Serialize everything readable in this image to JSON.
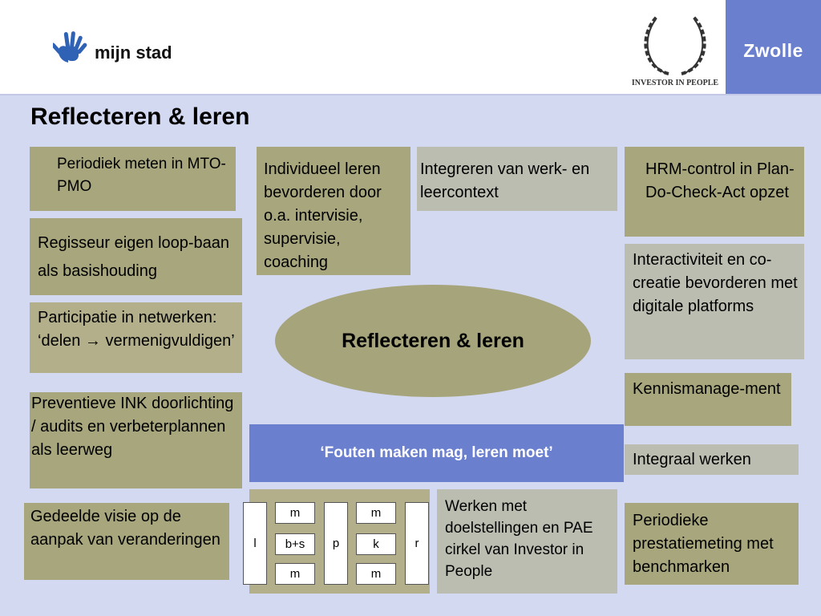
{
  "header": {
    "logo_text": "mijn stad",
    "iip_text": "INVESTOR IN PEOPLE",
    "city": "Zwolle"
  },
  "slide": {
    "title": "Reflecteren & leren",
    "center": "Reflecteren & leren",
    "banner": "‘Fouten maken mag, leren moet’"
  },
  "boxes": {
    "periodiek_meten": "Periodiek meten in MTO-PMO",
    "regisseur": "Regisseur eigen loop-baan als basishouding",
    "participatie": "Participatie in netwerken: ‘delen → vermenigvuldigen’",
    "preventieve": "Preventieve INK doorlichting / audits en verbeterplannen als leerweg",
    "gedeelde_visie": "Gedeelde visie op de aanpak van veranderingen",
    "individueel": "Individueel leren bevorderen door o.a. intervisie, supervisie, coaching",
    "integreren": "Integreren van werk- en leercontext",
    "hrm": "HRM-control in Plan-Do-Check-Act opzet",
    "interactiviteit": "Interactiviteit en co-creatie bevorderen met digitale platforms",
    "kennis": "Kennismanage-ment",
    "integraal": "Integraal werken",
    "werken_met": "Werken met doelstellingen en PAE cirkel van Investor in People",
    "periodieke": "Periodieke prestatiemeting met benchmarken"
  },
  "diagram": {
    "col1": "l",
    "col2": "p",
    "col3": "r",
    "cells_a": [
      "m",
      "b+s",
      "m"
    ],
    "cells_b": [
      "m",
      "k",
      "m"
    ]
  },
  "colors": {
    "background": "#d4d9f2",
    "accent_blue": "#6b7fcf",
    "olive": "#a7a67d",
    "grey": "#bbbdb1"
  }
}
